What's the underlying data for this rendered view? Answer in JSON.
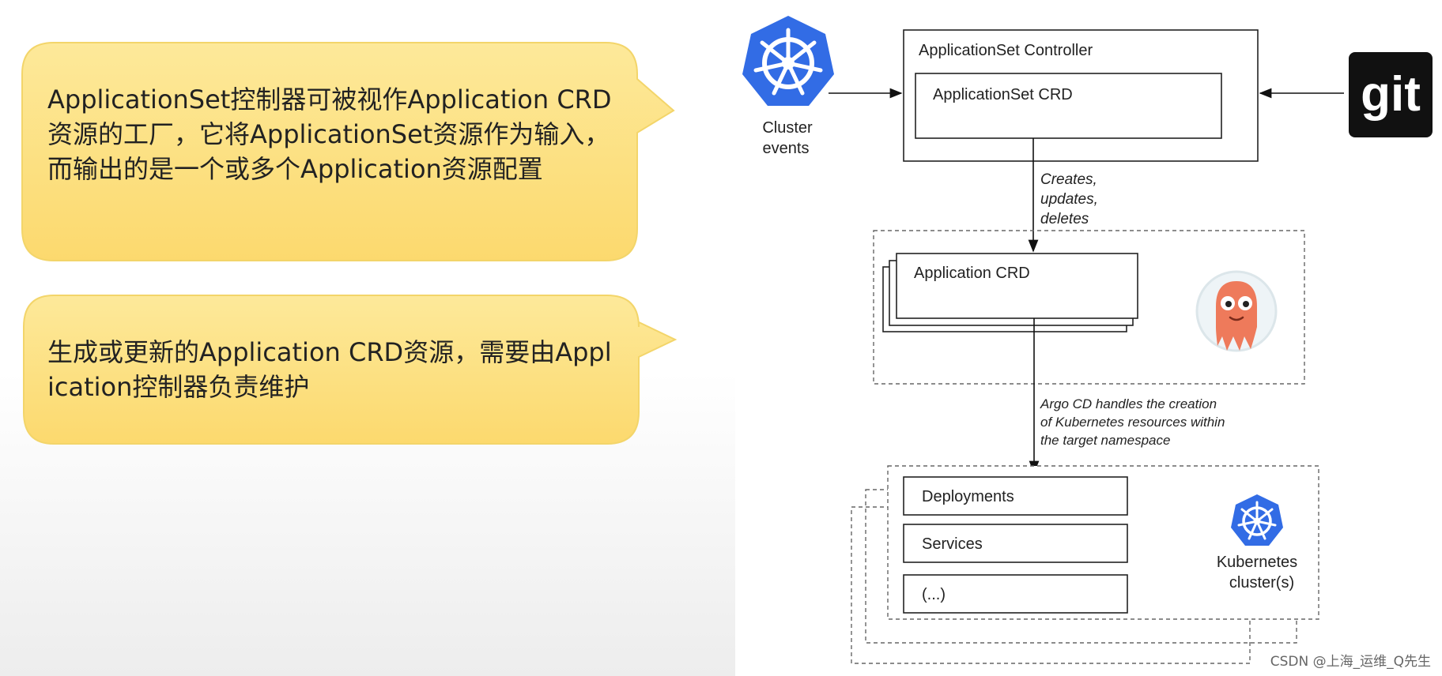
{
  "bubbles": [
    {
      "text": "ApplicationSet控制器可被视作Application CRD资源的工厂，它将ApplicationSet资源作为输入，而输出的是一个或多个Application资源配置"
    },
    {
      "text": "生成或更新的Application CRD资源，需要由Application控制器负责维护"
    }
  ],
  "diagram": {
    "cluster_events": {
      "line1": "Cluster",
      "line2": "events"
    },
    "git_logo": "git",
    "appset_controller": "ApplicationSet Controller",
    "appset_crd": "ApplicationSet CRD",
    "creates_label": [
      "Creates,",
      "updates,",
      "deletes"
    ],
    "application_crd": "Application CRD",
    "argo_note": [
      "Argo CD handles the creation",
      "of Kubernetes resources within",
      "the target namespace"
    ],
    "resources": [
      "Deployments",
      "Services",
      "(...)"
    ],
    "k8s_cluster": {
      "line1": "Kubernetes",
      "line2": "cluster(s)"
    }
  },
  "colors": {
    "bubble_fill": "#fde58a",
    "bubble_stroke": "#f3d56a",
    "k8s_blue": "#326ce5",
    "git_bg": "#111111",
    "argo_orange": "#ee7a5b"
  },
  "watermark": "CSDN @上海_运维_Q先生"
}
